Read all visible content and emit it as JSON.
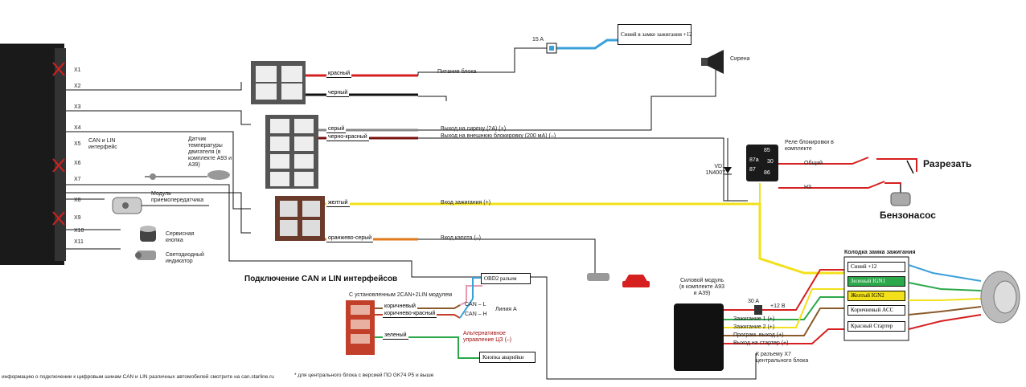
{
  "main_unit": {
    "connectors": [
      "X1",
      "X2",
      "X3",
      "X4",
      "X5",
      "X6",
      "X7",
      "X8",
      "X9",
      "X10",
      "X11"
    ],
    "can_lin_label": "CAN и LIN интерфейс",
    "temp_sensor_label": "Датчик температуры двигателя (в комплекте A93 и A39)",
    "transceiver_label": "Модуль приемопередатчика",
    "service_button_label": "Сервисная кнопка",
    "led_label": "Светодиодный индикатор"
  },
  "power": {
    "wire_red": "красный",
    "wire_black": "черный",
    "supply_label": "Питание блока",
    "fuse_label": "15 A",
    "ignition_box": "Синий в замке зажигания +12"
  },
  "siren": {
    "label": "Сирена"
  },
  "outputs": {
    "wire_gray": "серый",
    "wire_black_red": "черно-красный",
    "siren_out": "Выход на сирену (2A) (+)",
    "block_out": "Выход на внешнюю блокировку (200 мА) (–)"
  },
  "relay": {
    "title": "Реле блокировки в комплекте",
    "pins": [
      "85",
      "86",
      "87a",
      "30",
      "87"
    ],
    "diode_label": "VD1 1N4007",
    "common": "Общий",
    "nc": "Н3",
    "cut": "Разрезать",
    "pump": "Бензонасос"
  },
  "inputs": {
    "wire_yellow": "желтый",
    "ign_in": "Вход зажигания (+)",
    "wire_orange_gray": "оранжево-серый",
    "hood_in": "Вход капота (–)"
  },
  "can_section": {
    "title": "Подключение CAN и LIN интерфейсов",
    "subtitle": "С установленным 2CAN+2LIN модулем",
    "wire_brown": "коричневый",
    "wire_brown_red": "коричнево-красный",
    "wire_green": "зеленый",
    "can_l": "CAN – L",
    "can_h": "CAN – H",
    "line_a": "Линия A",
    "obd2": "OBD2 разъем",
    "alt_control": "Альтернативное управление ЦЗ (–)",
    "hazard_button": "Кнопка аварийки",
    "footnote_main": "информацию о подключении к цифровым шинам CAN и LIN различных автомобилей смотрите на can.starline.ru",
    "footnote_star": "* для центрального блока с версией ПО GK74 P5 и выше"
  },
  "power_module": {
    "title": "Силовой модуль (в комплекте A93 и A39)",
    "fuse": "30 A",
    "plus12": "+12 В",
    "rows": [
      "Зажигание 1 (+)",
      "Зажигание 2 (+)",
      "Програм. выход (+)",
      "Выход на стартер (+)"
    ],
    "to_x7": "К разъему X7 центрального блока"
  },
  "ignition_block": {
    "title": "Колодка замка зажигания",
    "slots": [
      "Синий +12",
      "Зеленый IGN1",
      "Желтый IGN2",
      "Коричневый ACC",
      "Красный Стартер"
    ]
  },
  "colors": {
    "red": "#d62020",
    "yellow": "#f2e01a",
    "blue": "#3aa0d8",
    "green": "#2ca84a",
    "brown": "#8a5a2a",
    "black": "#111111"
  }
}
